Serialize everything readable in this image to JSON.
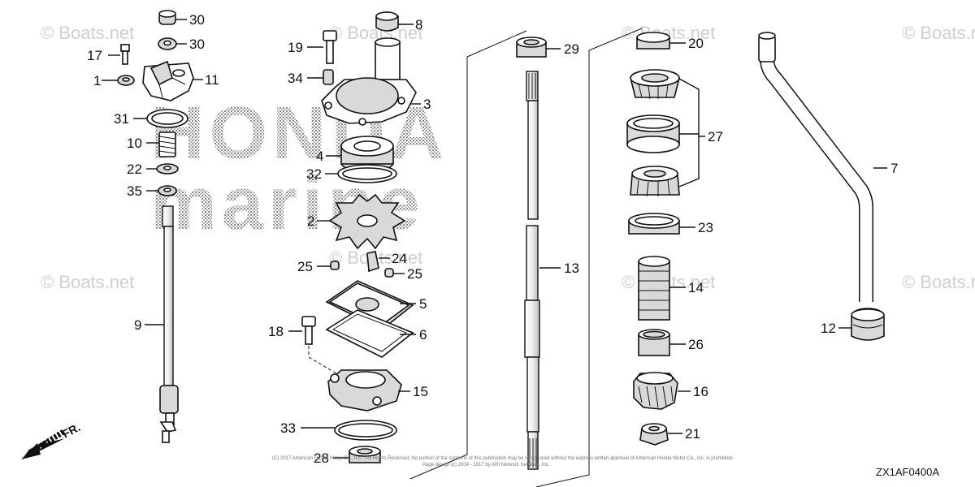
{
  "watermarks": [
    "© Boats.net",
    "© Boats.net",
    "© Boats.net",
    "© Boats.net",
    "© Boats.net",
    "© Boats.net",
    "© Boats.net",
    "© Boats.net"
  ],
  "brand": {
    "line1": "HONDA",
    "line2": "marine"
  },
  "callouts": {
    "p30a": "30",
    "p30b": "30",
    "p17": "17",
    "p1": "1",
    "p11": "11",
    "p31": "31",
    "p10": "10",
    "p22": "22",
    "p35": "35",
    "p9": "9",
    "p8": "8",
    "p19": "19",
    "p34": "34",
    "p3": "3",
    "p4": "4",
    "p32": "32",
    "p2": "2",
    "p24": "24",
    "p25a": "25",
    "p25b": "25",
    "p5": "5",
    "p18": "18",
    "p6": "6",
    "p15": "15",
    "p33": "33",
    "p28": "28",
    "p29": "29",
    "p13": "13",
    "p20": "20",
    "p27": "27",
    "p23": "23",
    "p14": "14",
    "p26": "26",
    "p16": "16",
    "p21": "21",
    "p7": "7",
    "p12": "12"
  },
  "direction_label": "FR.",
  "diagram_code": "ZX1AF0400A",
  "footer": {
    "line1": "(C) 2017 American Honda Motor Co., Inc. - All Rights Reserved. No portion of the contents of this publication may be reproduced without the express written approval of American Honda Motor Co., Inc. is prohibited.",
    "line2": "Page design (c) 2004 - 2017 by ARI Network Services, Inc."
  },
  "icons": {
    "direction": "arrow-down-left-icon"
  }
}
